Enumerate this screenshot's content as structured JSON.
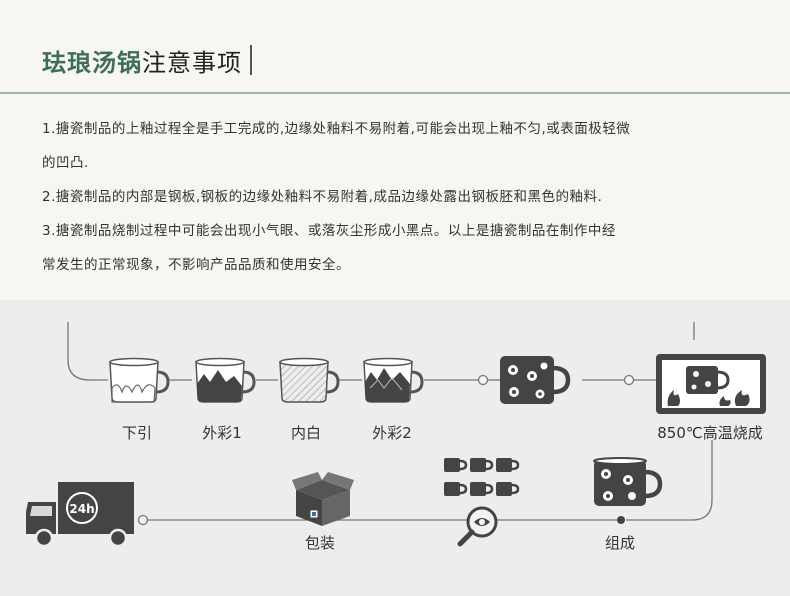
{
  "header": {
    "title_main": "珐琅汤锅",
    "title_sub": "注意事项"
  },
  "notes": [
    "1.搪瓷制品的上釉过程全是手工完成的,边缘处釉料不易附着,可能会出现上釉不匀,或表面极轻微",
    "的凹凸.",
    "2.搪瓷制品的内部是钢板,钢板的边缘处釉料不易附着,成品边缘处露出钢板胚和黑色的釉料.",
    "3.搪瓷制品烧制过程中可能会出现小气眼、或落灰尘形成小黑点。以上是搪瓷制品在制作中经",
    "常发生的正常现象，不影响产品品质和使用安全。"
  ],
  "process": {
    "steps": [
      "下引",
      "外彩1",
      "内白",
      "外彩2",
      "850℃高温烧成",
      "组成",
      "包装"
    ],
    "truck_badge": "24h"
  },
  "colors": {
    "accent": "#3c6e58",
    "rule": "#9eb7ab",
    "icon_dark": "#3f3f3f"
  },
  "icons": [
    "mug-icon",
    "kiln-icon",
    "inspection-icon",
    "package-box-icon",
    "delivery-truck-icon"
  ]
}
